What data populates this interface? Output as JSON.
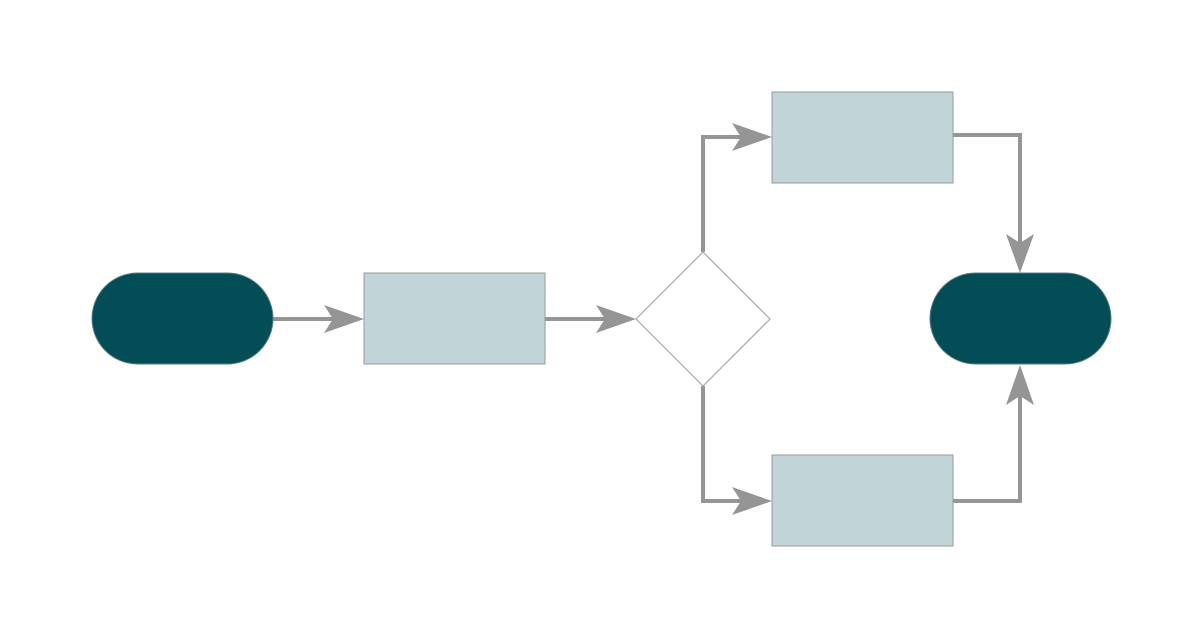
{
  "diagram": {
    "type": "flowchart",
    "colors": {
      "terminal_fill": "#034E56",
      "terminal_stroke": "#5A7E82",
      "process_fill": "#C1D4D8",
      "process_stroke": "#9A9A9A",
      "decision_fill": "#FFFFFF",
      "decision_stroke": "#A8A8A8",
      "connector": "#959595",
      "label_light": "#FFFFFF",
      "label_dark": "#1E3A3D"
    },
    "nodes": [
      {
        "id": "start",
        "shape": "terminal",
        "label": ""
      },
      {
        "id": "process",
        "shape": "process",
        "label": ""
      },
      {
        "id": "decision",
        "shape": "decision",
        "label": ""
      },
      {
        "id": "branch_top",
        "shape": "process",
        "label": ""
      },
      {
        "id": "branch_bottom",
        "shape": "process",
        "label": ""
      },
      {
        "id": "end",
        "shape": "terminal",
        "label": ""
      }
    ],
    "edges": [
      {
        "from": "start",
        "to": "process",
        "label": ""
      },
      {
        "from": "process",
        "to": "decision",
        "label": ""
      },
      {
        "from": "decision",
        "to": "branch_top",
        "label": ""
      },
      {
        "from": "decision",
        "to": "branch_bottom",
        "label": ""
      },
      {
        "from": "branch_top",
        "to": "end",
        "label": ""
      },
      {
        "from": "branch_bottom",
        "to": "end",
        "label": ""
      }
    ]
  }
}
